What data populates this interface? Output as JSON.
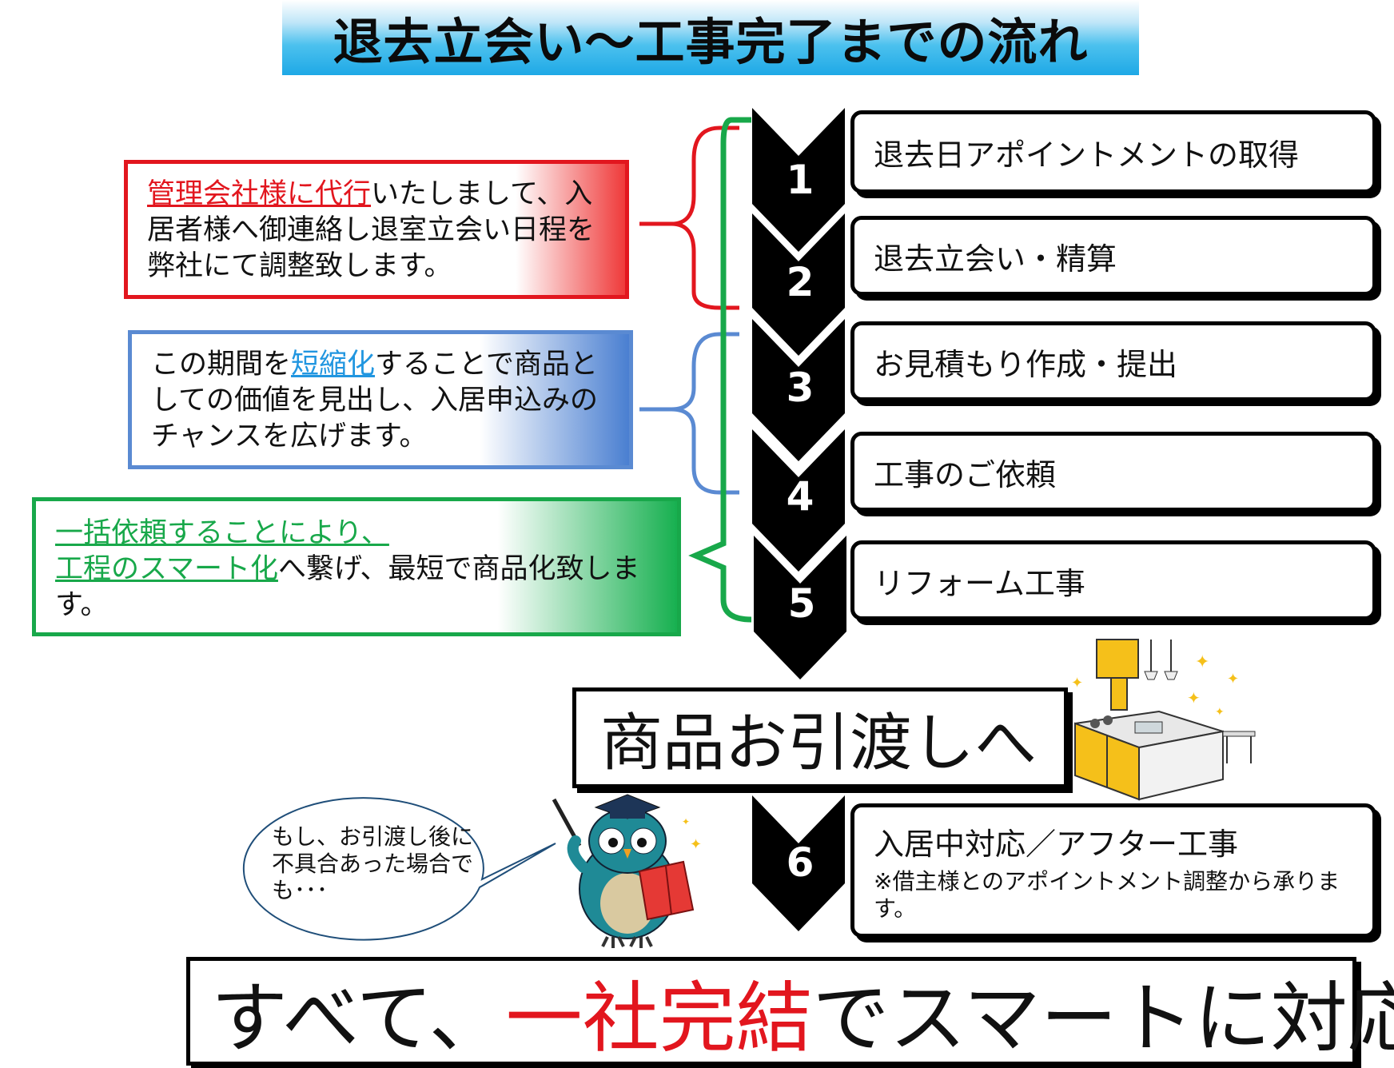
{
  "title": "退去立会い～工事完了までの流れ",
  "steps": [
    {
      "num": "1",
      "label": "退去日アポイントメントの取得"
    },
    {
      "num": "2",
      "label": "退去立会い・精算"
    },
    {
      "num": "3",
      "label": "お見積もり作成・提出"
    },
    {
      "num": "4",
      "label": "工事のご依頼"
    },
    {
      "num": "5",
      "label": "リフォーム工事"
    },
    {
      "num": "6",
      "label": "入居中対応／アフター工事",
      "note": "※借主様とのアポイントメント調整から承ります。"
    }
  ],
  "explanations": {
    "red": {
      "emphasis": "管理会社様に代行",
      "text": "いたしまして、入居者様へ御連絡し退室立会い日程を弊社にて調整致します。"
    },
    "blue": {
      "before": "この期間を",
      "emphasis": "短縮化",
      "after": "することで商品としての価値を見出し、入居申込みのチャンスを広げます。"
    },
    "green": {
      "emphasis1": "一括依頼することにより、",
      "emphasis2": "工程のスマート化",
      "after": "へ繋げ、最短で商品化致します。"
    }
  },
  "delivery": "商品お引渡しへ",
  "bubble": "もし、お引渡し後に不具合あった場合でも･･･",
  "final": {
    "before": "すべて、",
    "highlight": "一社完結",
    "after": "でスマートに対応"
  },
  "colors": {
    "red": "#e2161e",
    "blue": "#5a8ad2",
    "green": "#18a84a",
    "title_blue": "#1ea8e6",
    "kitchen_yellow": "#f5c01a",
    "owl_teal": "#1f8a96"
  },
  "icons": [
    "kitchen-illustration",
    "owl-teacher-illustration",
    "speech-bubble"
  ]
}
